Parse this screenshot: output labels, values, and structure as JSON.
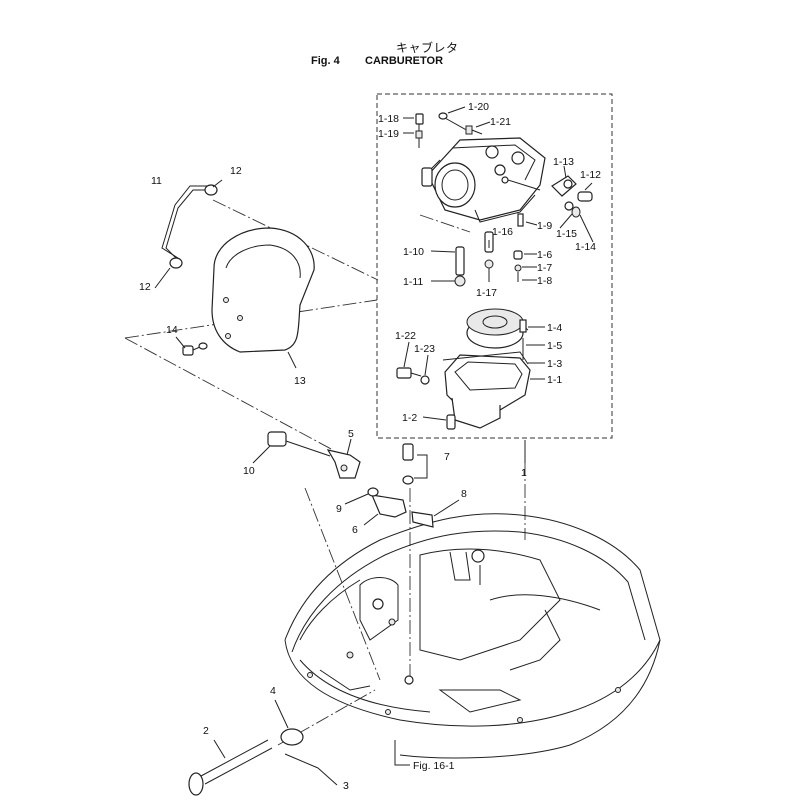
{
  "header": {
    "title_jp": "キャブレタ",
    "fig_number": "Fig. 4",
    "title_en": "CARBURETOR"
  },
  "callouts": {
    "c1": "1",
    "c1_1": "1-1",
    "c1_2": "1-2",
    "c1_3": "1-3",
    "c1_4": "1-4",
    "c1_5": "1-5",
    "c1_6": "1-6",
    "c1_7": "1-7",
    "c1_8": "1-8",
    "c1_9": "1-9",
    "c1_10": "1-10",
    "c1_11": "1-11",
    "c1_12": "1-12",
    "c1_13": "1-13",
    "c1_14": "1-14",
    "c1_15": "1-15",
    "c1_16": "1-16",
    "c1_17": "1-17",
    "c1_18": "1-18",
    "c1_19": "1-19",
    "c1_20": "1-20",
    "c1_21": "1-21",
    "c1_22": "1-22",
    "c1_23": "1-23",
    "c2": "2",
    "c3": "3",
    "c4": "4",
    "c5": "5",
    "c6": "6",
    "c7": "7",
    "c8": "8",
    "c9": "9",
    "c10": "10",
    "c11": "11",
    "c12a": "12",
    "c12b": "12",
    "c13": "13",
    "c14": "14"
  },
  "cross_reference": "Fig. 16-1"
}
